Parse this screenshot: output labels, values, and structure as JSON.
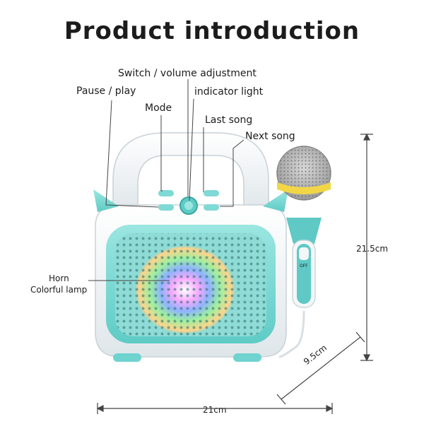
{
  "title": "Product introduction",
  "callouts": {
    "switch_volume": "Switch / volume adjustment",
    "pause_play": "Pause / play",
    "indicator": "indicator light",
    "mode": "Mode",
    "last_song": "Last song",
    "next_song": "Next song",
    "horn": "Horn",
    "colorful_lamp": "Colorful lamp"
  },
  "dimensions": {
    "height": "21.5cm",
    "width": "21cm",
    "depth": "9.5cm"
  },
  "mic_switch_label": "OFF",
  "colors": {
    "speaker_teal": "#7fd9d4",
    "shell_white": "#f4f7f8",
    "mic_teal": "#5fc9c6",
    "mic_ring_yellow": "#f2d646",
    "line": "#333333"
  }
}
